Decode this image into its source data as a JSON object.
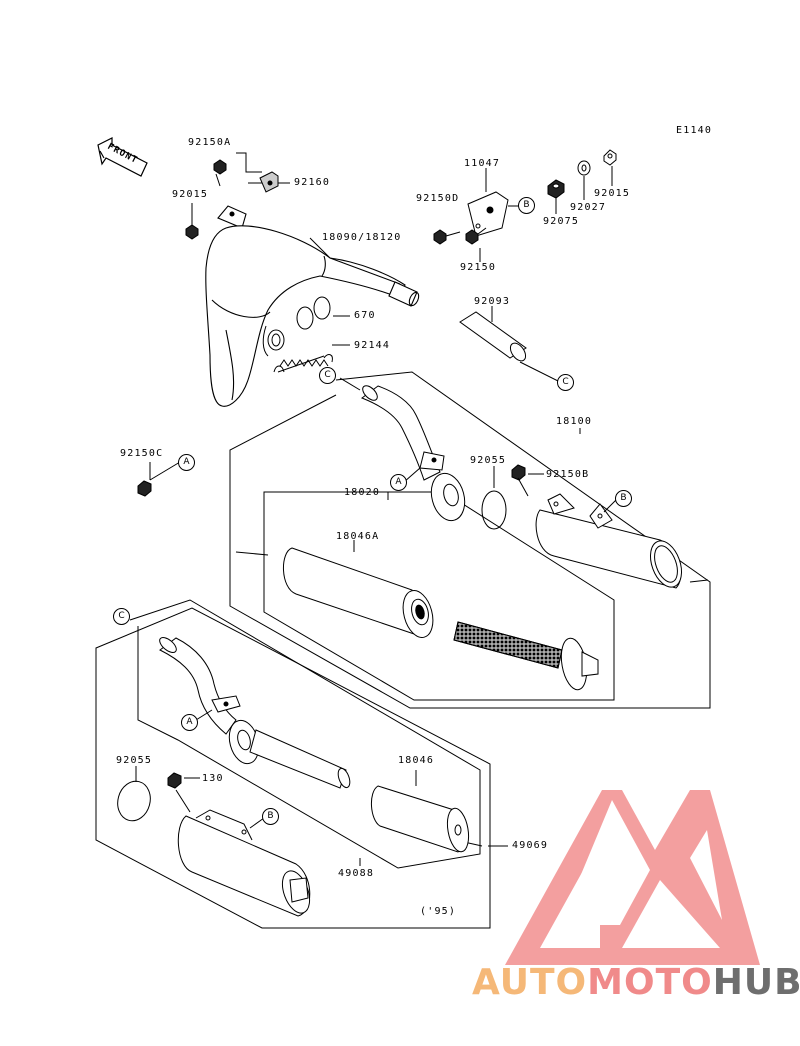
{
  "diagram": {
    "code": "E1140",
    "front_label": "FRONT",
    "year_note": "('95)",
    "parts": {
      "p92150A": "92150A",
      "p92160": "92160",
      "p92015_left": "92015",
      "p11047": "11047",
      "p92150D": "92150D",
      "p92075": "92075",
      "p92027": "92027",
      "p92015_right": "92015",
      "p92150": "92150",
      "p18090": "18090/18120",
      "p92093": "92093",
      "p670": "670",
      "p92144": "92144",
      "p18100": "18100",
      "p92150C": "92150C",
      "p92055_top": "92055",
      "p92150B": "92150B",
      "p18020": "18020",
      "p18046A": "18046A",
      "p92055_bottom": "92055",
      "p130": "130",
      "p18046": "18046",
      "p49069": "49069",
      "p49088": "49088"
    },
    "callouts": {
      "A": "A",
      "B": "B",
      "C": "C"
    }
  },
  "watermark": {
    "part1": "AUTO",
    "part2": "MOTO",
    "part3": "HUB",
    "colors": {
      "orange": "#f5b878",
      "red": "#f08a8a",
      "gray": "#6e6e6e",
      "triangle": "#f39a9a"
    }
  }
}
